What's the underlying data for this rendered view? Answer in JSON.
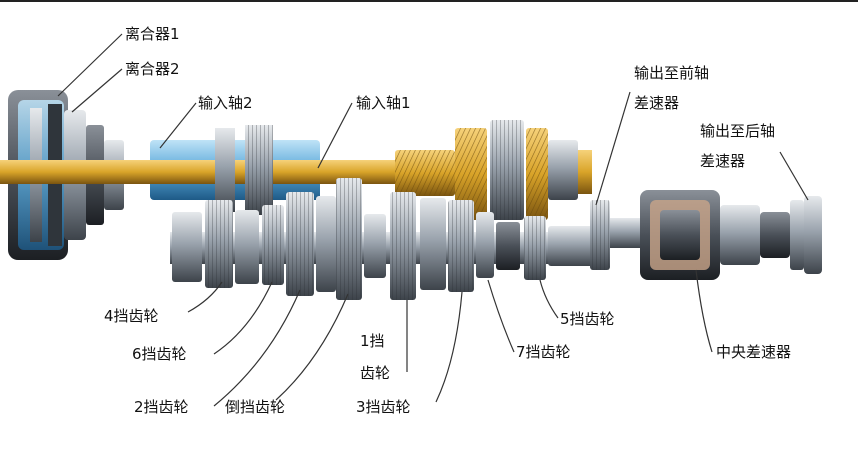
{
  "labels": {
    "clutch1": "离合器1",
    "clutch2": "离合器2",
    "input_shaft2": "输入轴2",
    "input_shaft1": "输入轴1",
    "front_output_line1": "输出至前轴",
    "front_output_line2": "差速器",
    "rear_output_line1": "输出至后轴",
    "rear_output_line2": "差速器",
    "gear4": "4挡齿轮",
    "gear6": "6挡齿轮",
    "gear2": "2挡齿轮",
    "reverse_gear": "倒挡齿轮",
    "gear1_line1": "1挡",
    "gear1_line2": "齿轮",
    "gear3": "3挡齿轮",
    "gear7": "7挡齿轮",
    "gear5": "5挡齿轮",
    "center_diff": "中央差速器"
  },
  "colors": {
    "shaft_gold": "#d9a429",
    "shaft_blue": "#5aa8d8",
    "steel": "#9aa3ad",
    "dark_steel": "#4a5058",
    "leader": "#333333"
  }
}
